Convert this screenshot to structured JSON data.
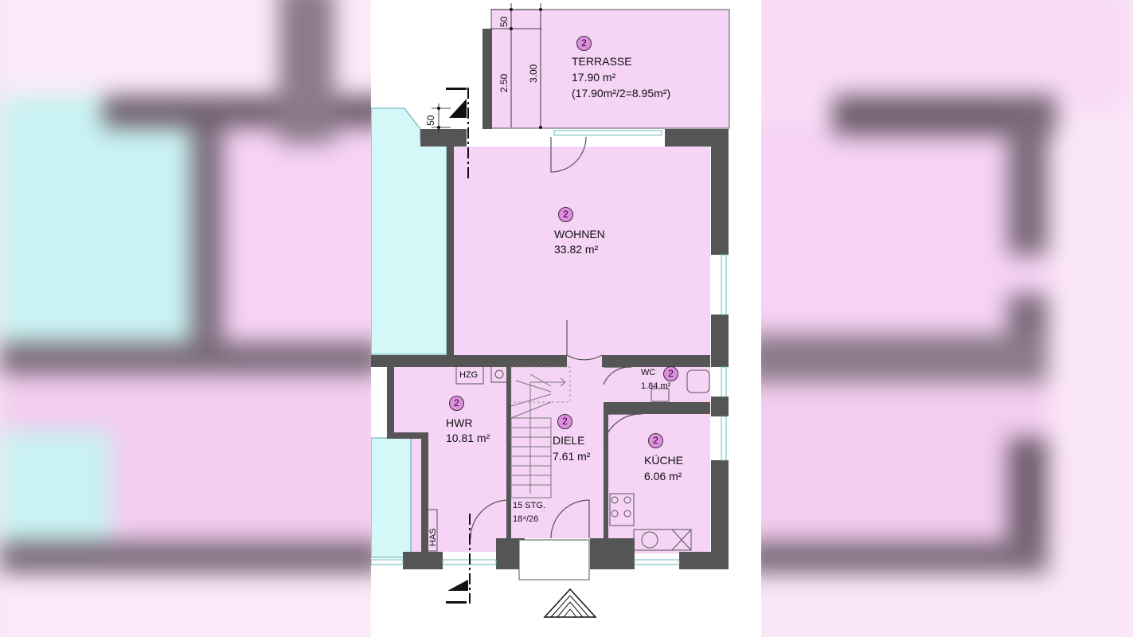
{
  "floor_plan": {
    "rooms": [
      {
        "id": "terrasse",
        "badge": "2",
        "name": "TERRASSE",
        "area": "17.90 m²",
        "note": "(17.90m²/2=8.95m²)"
      },
      {
        "id": "wohnen",
        "badge": "2",
        "name": "WOHNEN",
        "area": "33.82 m²"
      },
      {
        "id": "wc",
        "badge": "2",
        "name": "WC",
        "area": "1.84 m²"
      },
      {
        "id": "hwr",
        "badge": "2",
        "name": "HWR",
        "area": "10.81 m²"
      },
      {
        "id": "diele",
        "badge": "2",
        "name": "DIELE",
        "area": "7.61 m²"
      },
      {
        "id": "kueche",
        "badge": "2",
        "name": "KÜCHE",
        "area": "6.06 m²"
      }
    ],
    "labels": {
      "heating": "HZG",
      "house_connection": "HAS",
      "stairs_count": "15 STG.",
      "stairs_ratio": "18⁴/26"
    },
    "dimensions": {
      "d50_top": "50",
      "d250": "2.50",
      "d300": "3.00",
      "d50_left": "50"
    },
    "colors": {
      "room_fill": "#f5d4f5",
      "wall": "#555555",
      "badge": "#e08ce0",
      "neighbor_fill": "#d4f8f8"
    }
  }
}
